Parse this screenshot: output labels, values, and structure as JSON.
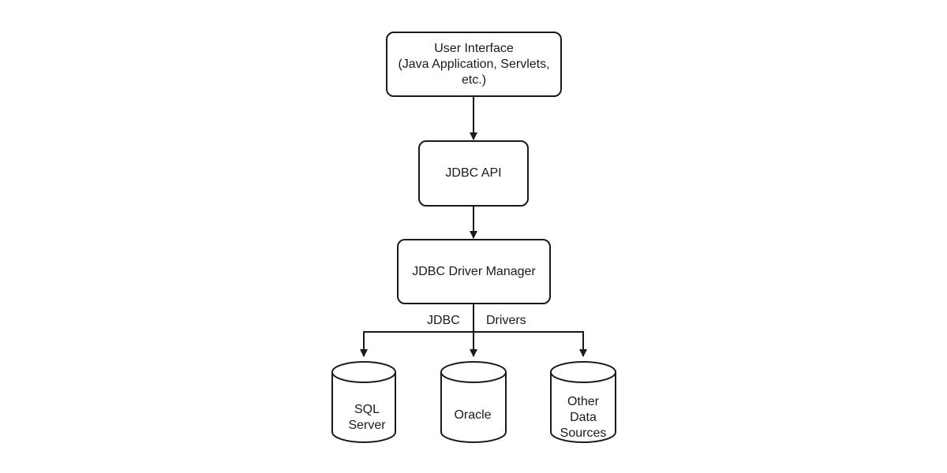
{
  "nodes": {
    "user_interface": {
      "lines": [
        "User Interface",
        "(Java Application, Servlets,",
        "etc.)"
      ]
    },
    "jdbc_api": {
      "lines": [
        "JDBC API"
      ]
    },
    "driver_manager": {
      "lines": [
        "JDBC Driver Manager"
      ]
    }
  },
  "edge_labels": {
    "left": "JDBC",
    "right": "Drivers"
  },
  "databases": [
    {
      "lines": [
        "SQL",
        "Server"
      ]
    },
    {
      "lines": [
        "Oracle"
      ]
    },
    {
      "lines": [
        "Other",
        "Data",
        "Sources"
      ]
    }
  ],
  "colors": {
    "stroke": "#1a1a1a",
    "fill": "#ffffff"
  }
}
